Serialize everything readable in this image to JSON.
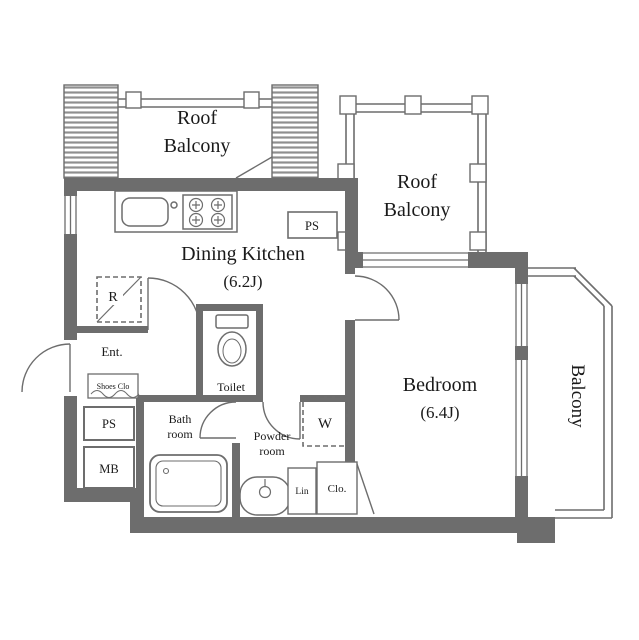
{
  "plan": {
    "colors": {
      "wall": "#6d6d6d",
      "line": "#6d6d6d",
      "hatch": "#8f8f8f",
      "text": "#1a1a1a"
    },
    "rooms": {
      "roof_balcony_left": {
        "line1": "Roof",
        "line2": "Balcony"
      },
      "roof_balcony_right": {
        "line1": "Roof",
        "line2": "Balcony"
      },
      "dining_kitchen": {
        "name": "Dining Kitchen",
        "size": "(6.2J)"
      },
      "bedroom": {
        "name": "Bedroom",
        "size": "(6.4J)"
      },
      "balcony": {
        "name": "Balcony"
      },
      "entrance": {
        "name": "Ent."
      },
      "shoes_closet": {
        "name": "Shoes Clo"
      },
      "toilet": {
        "name": "Toilet"
      },
      "bathroom": {
        "line1": "Bath",
        "line2": "room"
      },
      "powder_room": {
        "line1": "Powder",
        "line2": "room"
      },
      "closet": {
        "name": "Clo."
      },
      "linen": {
        "name": "Lin"
      }
    },
    "fixtures": {
      "ps_top": "PS",
      "ps_left": "PS",
      "meter_box": "MB",
      "refrigerator": "R",
      "washer": "W"
    }
  }
}
